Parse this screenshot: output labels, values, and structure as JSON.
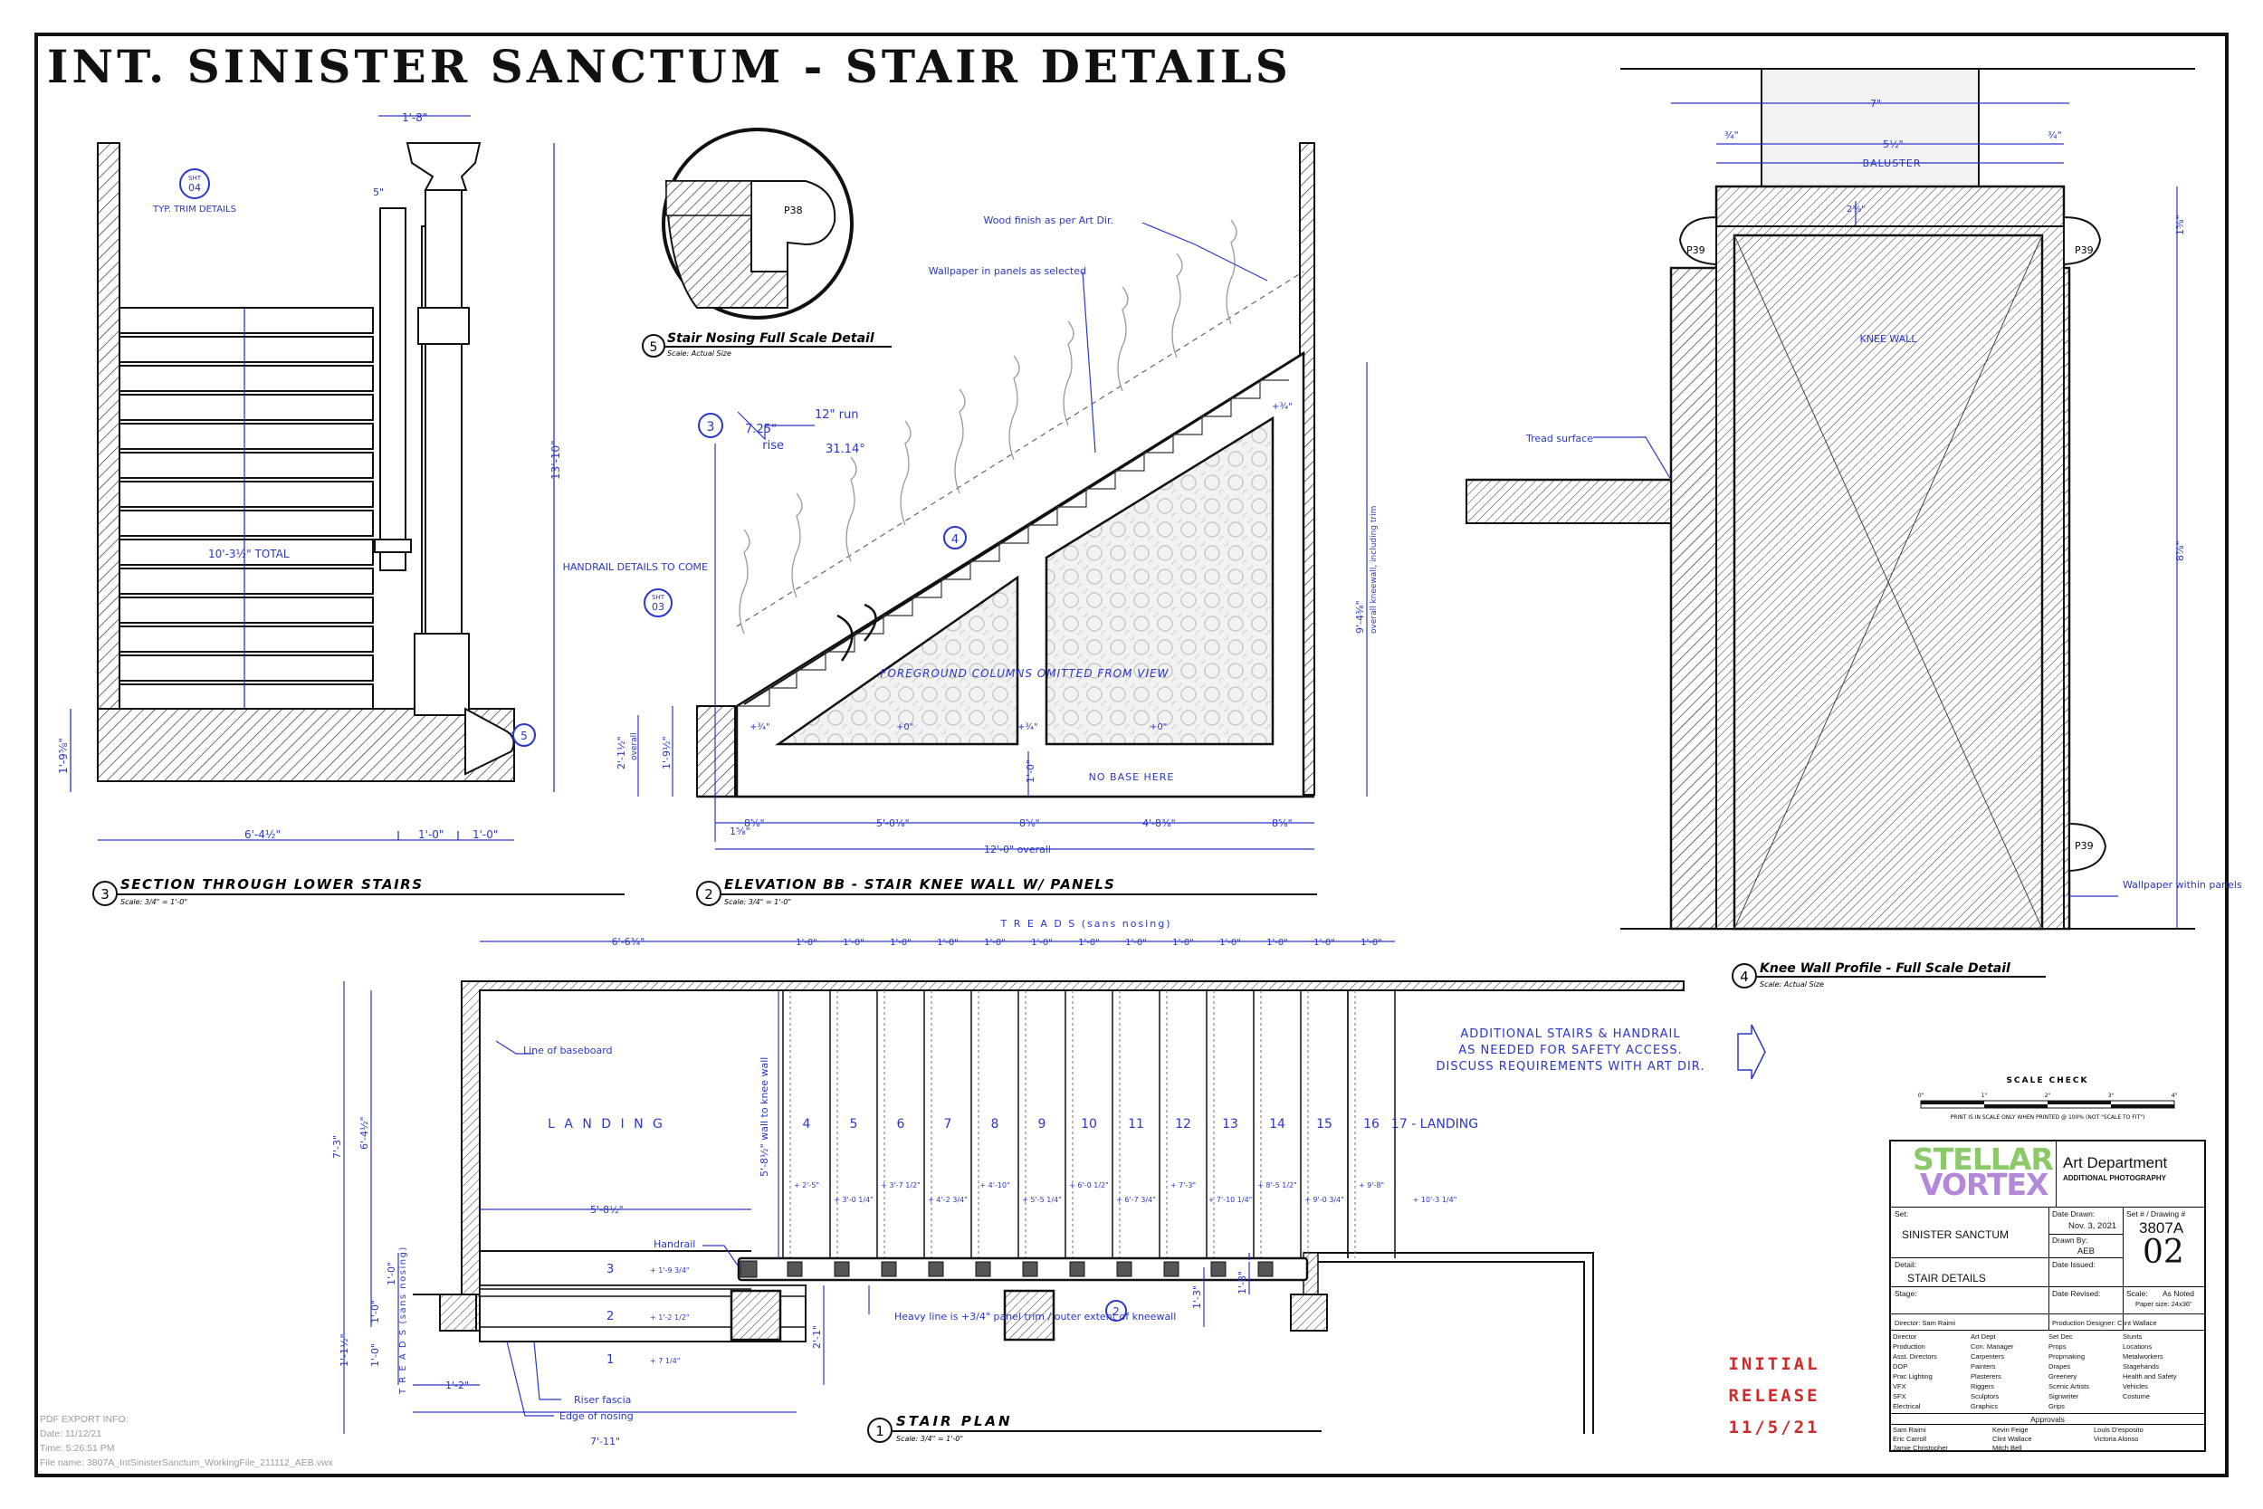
{
  "sheet": {
    "title": "INT. SINISTER SANCTUM - STAIR DETAILS"
  },
  "release": {
    "line1": "INITIAL",
    "line2": "RELEASE",
    "line3": "11/5/21"
  },
  "export_info": {
    "heading": "PDF EXPORT INFO:",
    "date": "Date: 11/12/21",
    "time": "Time: 5:26:51 PM",
    "file": "File name: 3807A_IntSinisterSanctum_WorkingFile_211112_AEB.vwx"
  },
  "views": {
    "v3": {
      "num": "3",
      "title": "SECTION THROUGH LOWER STAIRS",
      "scale": "Scale: 3/4\" = 1'-0\""
    },
    "v5": {
      "num": "5",
      "title": "Stair Nosing Full Scale Detail",
      "scale": "Scale: Actual Size"
    },
    "v2": {
      "num": "2",
      "title": "ELEVATION BB - STAIR KNEE WALL W/ PANELS",
      "scale": "Scale: 3/4\" = 1'-0\""
    },
    "v4": {
      "num": "4",
      "title": "Knee Wall Profile - Full Scale Detail",
      "scale": "Scale: Actual Size"
    },
    "v1": {
      "num": "1",
      "title": "STAIR PLAN",
      "scale": "Scale: 3/4\" = 1'-0\""
    }
  },
  "section3": {
    "dim_top": "1'-8\"",
    "dim_height": "13'-10\"",
    "dim_total": "10'-3½\" TOTAL",
    "dim_base": "1'-9⅝\"",
    "dim_bottom_left": "6'-4½\"",
    "dim_bottom_mid": "1'-0\"",
    "dim_bottom_right": "1'-0\"",
    "dim_5": "5\"",
    "trim_ref": "TYP. TRIM DETAILS",
    "sheet_label": "SHT",
    "sheet_num": "04",
    "callout": "5"
  },
  "nosing5": {
    "tag": "P38"
  },
  "elev2": {
    "note_wood": "Wood finish as per Art Dir.",
    "note_wallpaper": "Wallpaper in panels as selected",
    "run": "12\" run",
    "rise_val": "7.25\"",
    "rise": "rise",
    "angle": "31.14°",
    "handrail": "HANDRAIL DETAILS TO COME",
    "sheet_label": "SHT",
    "sheet_num": "03",
    "callout3": "3",
    "callout4": "4",
    "omitted": "FOREGROUND COLUMNS OMITTED FROM VIEW",
    "no_base": "NO BASE HERE",
    "plus0a": "+0\"",
    "plus0b": "+0\"",
    "plus34a": "+¾\"",
    "plus34b": "+¾\"",
    "plus34c": "+¾\"",
    "dim_height": "9'-4⅜\"",
    "dim_height_note": "overall kneewall, including trim",
    "dim_left": "2'-1½\"",
    "dim_left_note": "overall",
    "dim_left2": "1'-9½\"",
    "dim_10": "1'-0\"",
    "dim_a": "8⅝\"",
    "dim_b": "5'-0⅛\"",
    "dim_c": "8⅝\"",
    "dim_d": "4'-8⅜\"",
    "dim_e": "8⅝\"",
    "dim_f": "1⅝\"",
    "dim_overall": "12'-0\" overall"
  },
  "profile4": {
    "dim_7": "7\"",
    "dim_512": "5½\"",
    "baluster": "BALUSTER",
    "dim_34a": "¾\"",
    "dim_34b": "¾\"",
    "dim_14": "2⅜\"",
    "knee_wall": "KNEE WALL",
    "tread": "Tread surface",
    "dim_right_top": "1⅝\"",
    "dim_right": "8⅞\"",
    "wallpaper": "Wallpaper within panels",
    "p39a": "P39",
    "p39b": "P39",
    "p39c": "P39"
  },
  "plan1": {
    "treads_label": "T R E A D S (sans nosing)",
    "treads_side": "T R E A D S (sans nosing)",
    "dim_landing_w": "6'-6¾\"",
    "dim_tread": "1'-0\"",
    "landing": "L A N D I N G",
    "line_base": "Line of baseboard",
    "handrail": "Handrail",
    "wall_note": "5'-8½\" wall to knee wall",
    "dim_58": "5'-8½\"",
    "dim_73": "7'-3\"",
    "dim_64": "6'-4½\"",
    "dim_10a": "1'-0\"",
    "dim_10b": "1'-0\"",
    "dim_10c": "1'-0\"",
    "dim_112": "1'-1½\"",
    "dim_21": "2'-1\"",
    "dim_13": "1'-3\"",
    "dim_18": "1'-8\"",
    "dim_12": "1'-2\"",
    "dim_711": "7'-11\"",
    "riser": "Riser fascia",
    "edge": "Edge of nosing",
    "heavy": "Heavy line is +3/4\" panel trim / outer extent of kneewall",
    "steps": [
      "4",
      "5",
      "6",
      "7",
      "8",
      "9",
      "10",
      "11",
      "12",
      "13",
      "14",
      "15",
      "16",
      "17 - LANDING"
    ],
    "heights": [
      "+ 2'-5\"",
      "+ 3'-0 1/4\"",
      "+ 3'-7 1/2\"",
      "+ 4'-2 3/4\"",
      "+ 4'-10\"",
      "+ 5'-5 1/4\"",
      "+ 6'-0 1/2\"",
      "+ 6'-7 3/4\"",
      "+ 7'-3\"",
      "+ 7'-10 1/4\"",
      "+ 8'-5 1/2\"",
      "+ 9'-0 3/4\"",
      "+ 9'-8\"",
      "+ 10'-3 1/4\""
    ],
    "low_steps": [
      {
        "n": "3",
        "h": "+ 1'-9 3/4\""
      },
      {
        "n": "2",
        "h": "+ 1'-2 1/2\""
      },
      {
        "n": "1",
        "h": "+ 7 1/4\""
      }
    ],
    "additional": [
      "ADDITIONAL STAIRS & HANDRAIL",
      "AS NEEDED FOR SAFETY ACCESS.",
      "DISCUSS REQUIREMENTS WITH ART DIR."
    ],
    "callout2": "2"
  },
  "scale_check": {
    "title": "SCALE CHECK",
    "ticks": [
      "0\"",
      "1\"",
      "2\"",
      "3\"",
      "4\""
    ],
    "note": "PRINT IS IN SCALE ONLY WHEN PRINTED @ 100% (NOT \"SCALE TO FIT\")"
  },
  "title_block": {
    "logo1": "STELLAR",
    "logo2": "VORTEX",
    "dept": "Art Department",
    "dept_sub": "ADDITIONAL PHOTOGRAPHY",
    "set_label": "Set:",
    "set": "SINISTER SANCTUM",
    "date_drawn_label": "Date Drawn:",
    "date_drawn": "Nov. 3, 2021",
    "set_no_label": "Set # / Drawing #",
    "set_no": "3807A",
    "drawing_no": "02",
    "drawn_by_label": "Drawn By:",
    "drawn_by": "AEB",
    "detail_label": "Detail:",
    "detail": "STAIR DETAILS",
    "issued_label": "Date Issued:",
    "stage_label": "Stage:",
    "revised_label": "Date Revised:",
    "scale_label": "Scale:",
    "scale": "As Noted",
    "paper": "Paper size: 24x36\"",
    "director": "Director: Sam Raimi",
    "pd": "Production Designer: Clint Wallace",
    "dist": [
      [
        "Director",
        "Art Dept",
        "Set Dec",
        "Stunts"
      ],
      [
        "Production",
        "Con. Manager",
        "Props",
        "Locations"
      ],
      [
        "Asst. Directors",
        "Carpenters",
        "Propmaking",
        "Metalworkers"
      ],
      [
        "DOP",
        "Painters",
        "Drapes",
        "Stagehands"
      ],
      [
        "Prac Lighting",
        "Plasterers",
        "Greenery",
        "Health and Safety"
      ],
      [
        "VFX",
        "Riggers",
        "Scenic Artists",
        "Vehicles"
      ],
      [
        "SFX",
        "Sculptors",
        "Signwriter",
        "Costume"
      ],
      [
        "Electrical",
        "Graphics",
        "Grips",
        ""
      ]
    ],
    "approvals_label": "Approvals",
    "approvals": [
      [
        "Sam Raimi",
        "Kevin Feige",
        "Louis D'esposito"
      ],
      [
        "Eric Carroll",
        "Clint Wallace",
        "Victoria Alonso"
      ],
      [
        "Jamie Christopher",
        "Mitch Bell",
        ""
      ]
    ]
  }
}
